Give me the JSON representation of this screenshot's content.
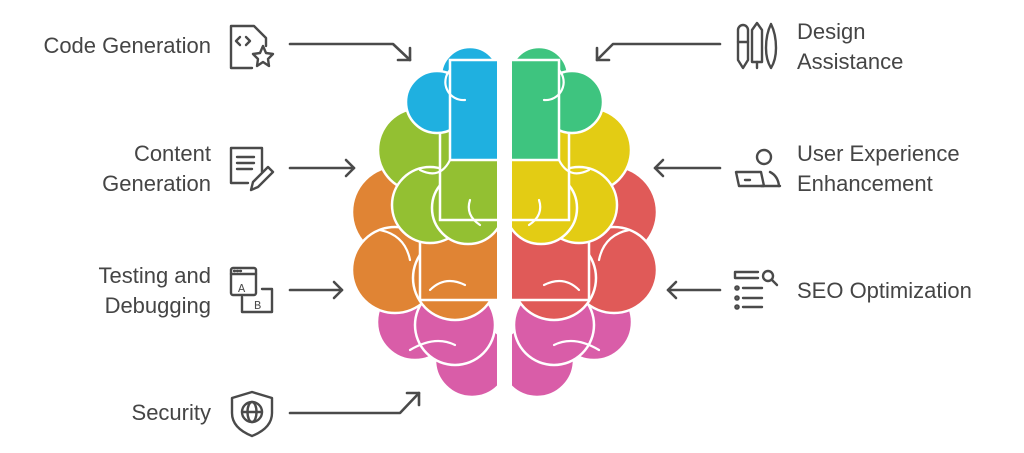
{
  "items_left": [
    {
      "lines": [
        "Code Generation"
      ],
      "icon": "code-star-icon"
    },
    {
      "lines": [
        "Content",
        "Generation"
      ],
      "icon": "document-pencil-icon"
    },
    {
      "lines": [
        "Testing and",
        "Debugging"
      ],
      "icon": "ab-test-icon"
    },
    {
      "lines": [
        "Security"
      ],
      "icon": "shield-globe-icon"
    }
  ],
  "items_right": [
    {
      "lines": [
        "Design",
        "Assistance"
      ],
      "icon": "pens-icon"
    },
    {
      "lines": [
        "User Experience",
        "Enhancement"
      ],
      "icon": "user-laptop-icon"
    },
    {
      "lines": [
        "SEO Optimization"
      ],
      "icon": "list-search-icon"
    }
  ],
  "colors": {
    "blue": "#1fb0e0",
    "green_left": "#93c032",
    "orange": "#e08434",
    "pink": "#d95da8",
    "teal": "#3ec47f",
    "yellow": "#e3cc14",
    "red": "#e05a58",
    "text": "#454545"
  }
}
